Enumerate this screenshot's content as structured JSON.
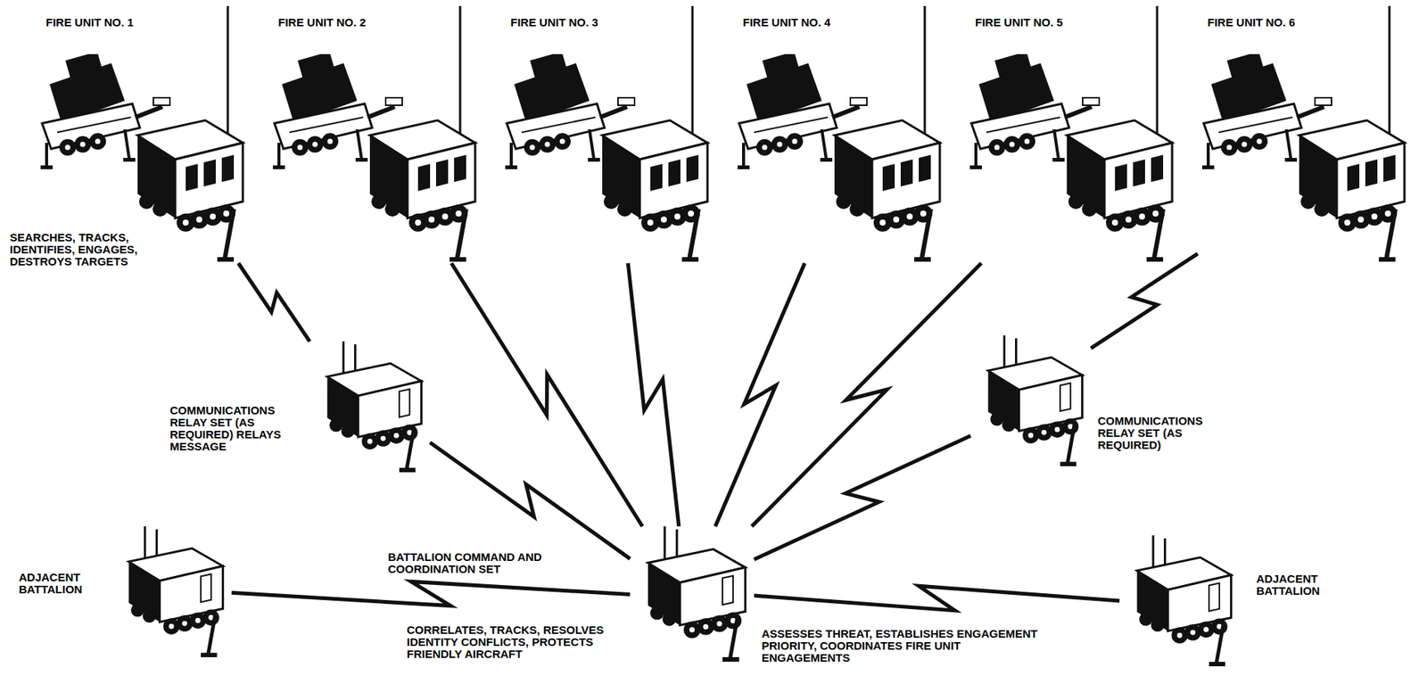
{
  "diagram": {
    "nodes": [
      {
        "text": [
          "FIRE UNIT NO. 1",
          "SEARCHES, TRACKS, IDENTIFIES, ENGAGES, DESTROYS TARGETS"
        ]
      },
      {
        "text": [
          "FIRE UNIT NO. 2"
        ]
      },
      {
        "text": [
          "FIRE UNIT NO. 3"
        ]
      },
      {
        "text": [
          "FIRE UNIT NO. 4"
        ]
      },
      {
        "text": [
          "FIRE UNIT NO. 5"
        ]
      },
      {
        "text": [
          "FIRE UNIT NO. 6"
        ]
      },
      {
        "text": [
          "COMMUNICATIONS RELAY SET (AS REQUIRED) RELAYS MESSAGE"
        ]
      },
      {
        "text": [
          "COMMUNICATIONS RELAY SET (AS REQUIRED)"
        ]
      },
      {
        "text": [
          "ADJACENT BATTALION"
        ]
      },
      {
        "text": [
          "BATTALION COMMAND AND COORDINATION SET",
          "CORRELATES, TRACKS, RESOLVES IDENTITY CONFLICTS, PROTECTS FRIENDLY AIRCRAFT",
          "ASSESSES THREAT, ESTABLISHES ENGAGEMENT PRIORITY, COORDINATES FIRE UNIT ENGAGEMENTS"
        ]
      },
      {
        "text": [
          "ADJACENT BATTALION"
        ]
      }
    ],
    "edges": [
      {
        "from": 0,
        "to": 6,
        "arrow": "none"
      },
      {
        "from": 6,
        "to": 9,
        "arrow": "none"
      },
      {
        "from": 1,
        "to": 9,
        "arrow": "none"
      },
      {
        "from": 2,
        "to": 9,
        "arrow": "none"
      },
      {
        "from": 3,
        "to": 9,
        "arrow": "none"
      },
      {
        "from": 4,
        "to": 9,
        "arrow": "none"
      },
      {
        "from": 5,
        "to": 7,
        "arrow": "none"
      },
      {
        "from": 7,
        "to": 9,
        "arrow": "none"
      },
      {
        "from": 8,
        "to": 9,
        "arrow": "none"
      },
      {
        "from": 9,
        "to": 10,
        "arrow": "none"
      }
    ]
  }
}
